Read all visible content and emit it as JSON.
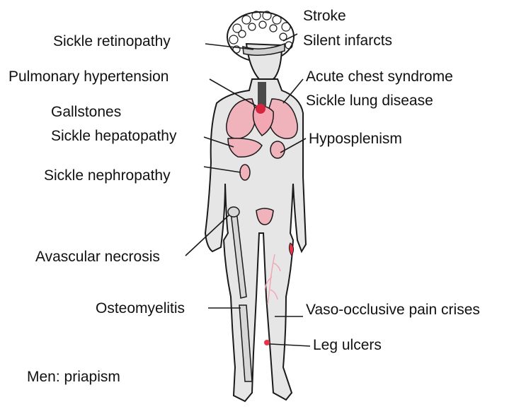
{
  "labels": {
    "stroke": "Stroke",
    "silent_infarcts": "Silent infarcts",
    "sickle_retinopathy": "Sickle retinopathy",
    "pulmonary_hypertension": "Pulmonary hypertension",
    "acute_chest_syndrome": "Acute chest syndrome",
    "sickle_lung_disease": "Sickle lung disease",
    "gallstones": "Gallstones",
    "sickle_hepatopathy": "Sickle hepatopathy",
    "hyposplenism": "Hyposplenism",
    "sickle_nephropathy": "Sickle nephropathy",
    "avascular_necrosis": "Avascular necrosis",
    "osteomyelitis": "Osteomyelitis",
    "vaso_occlusive_pain_crises": "Vaso-occlusive pain crises",
    "leg_ulcers": "Leg ulcers",
    "men_priapism": "Men: priapism"
  },
  "colors": {
    "body_fill": "#e6e6e6",
    "outline": "#1a1a1a",
    "organ_fill": "#f0b3bc",
    "heart_fill": "#d9243f",
    "ulcer_dot": "#e8334a"
  }
}
